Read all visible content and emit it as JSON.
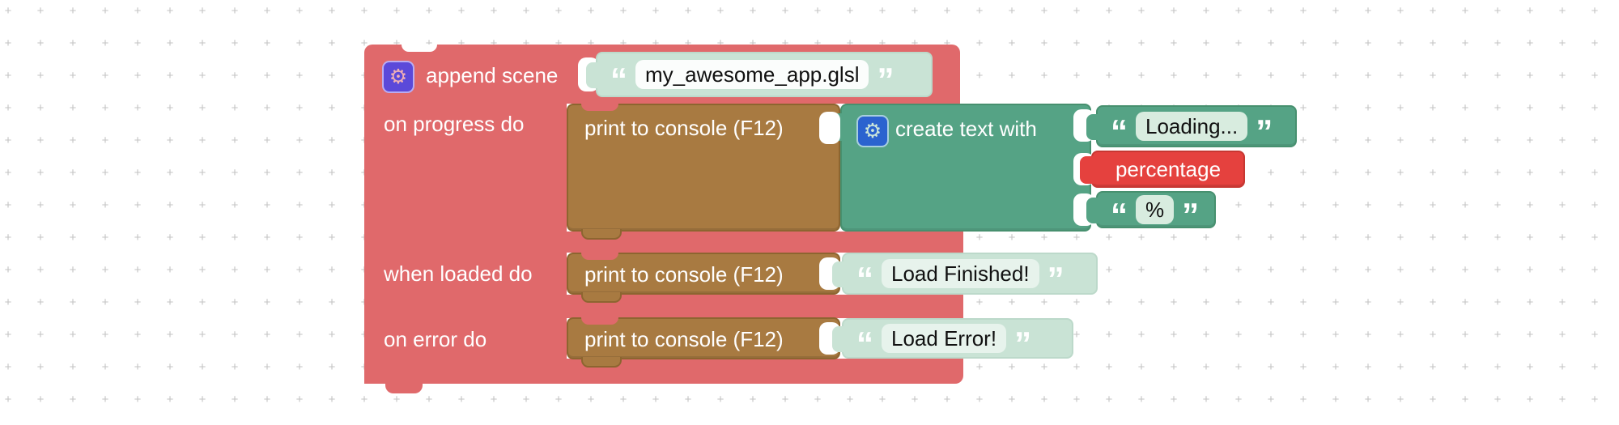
{
  "workspace": {
    "grid_spacing": 40,
    "grid_dot_color": "#c3c3c3",
    "background_color": "#ffffff"
  },
  "glyphs": {
    "gear": "⚙",
    "quote_open": "“",
    "quote_close": "”",
    "grid_dot": "+"
  },
  "colors": {
    "event_block_red": "#e0696b",
    "statement_block_brown": "#a87a41",
    "text_block_teal": "#55a385",
    "shadow_block_mint": "#c9e3d5",
    "variable_block_red": "#e5413e",
    "gear_chip_purple": "#5b49d9",
    "gear_chip_blue": "#2b63cf",
    "field_text": "#111111",
    "label_text": "#ffffff"
  },
  "blocks": {
    "append_scene": {
      "label": "append scene",
      "filename_value": "my_awesome_app.glsl",
      "progress_label": "on progress do",
      "loaded_label": "when loaded do",
      "error_label": "on error do"
    },
    "print_console": {
      "label": "print to console (F12)"
    },
    "create_text": {
      "label": "create text with"
    },
    "strings": {
      "loading": "Loading...",
      "percent": "%",
      "load_finished": "Load Finished!",
      "load_error": "Load Error!"
    },
    "variables": {
      "percentage": "percentage"
    }
  }
}
